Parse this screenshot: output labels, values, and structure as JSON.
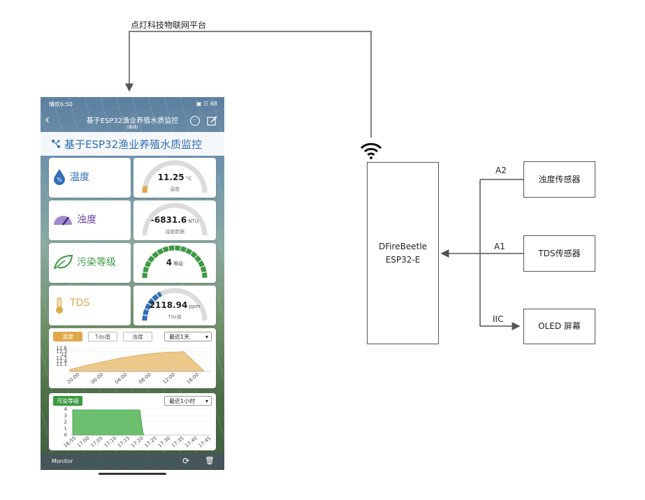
{
  "platform_label": "点灯科技物联网平台",
  "board": {
    "line1": "DFireBeetle",
    "line2": "ESP32-E"
  },
  "sensors": [
    {
      "name": "浊度传感器",
      "pin": "A2"
    },
    {
      "name": "TDS传感器",
      "pin": "A1"
    },
    {
      "name": "OLED 屏幕",
      "pin": "IIC"
    }
  ],
  "phone": {
    "status_left": "情欢6:50",
    "status_right": "▣ ☷ 68",
    "nav_title": "基于ESP32渔业养殖水质监控",
    "nav_subtitle": "(离线)",
    "app_title": "基于ESP32渔业养殖水质监控",
    "cards": [
      {
        "label": "温度",
        "value": "11.25",
        "unit": "°C",
        "sub": "温度",
        "fraction": 0.07,
        "color": "#e0a84a",
        "label_color": "#2f6fb5"
      },
      {
        "label": "浊度",
        "value": "-6831.6",
        "unit": "NTU",
        "sub": "浊度数据",
        "fraction": 0.0,
        "color": "#7a58b0",
        "label_color": "#6a3fa0"
      },
      {
        "label": "污染等级",
        "value": "4",
        "unit": "等级",
        "sub": "",
        "fraction": 1.0,
        "color": "#3a9a3f",
        "label_color": "#3a9a3f"
      },
      {
        "label": "TDS",
        "value": "2118.94",
        "unit": "ppm",
        "sub": "Tds值",
        "fraction": 0.35,
        "color": "#2f6fb5",
        "label_color": "#e0a84a"
      }
    ],
    "chart1": {
      "tabs": [
        "温度",
        "Tds值",
        "浊度"
      ],
      "range": "最近1天",
      "y_ticks": [
        "12.6",
        "12.3",
        "12",
        "11.7",
        "11.4",
        "11.1"
      ],
      "x_ticks": [
        "20:00",
        "00:00",
        "04:00",
        "08:00",
        "12:00",
        "16:00"
      ]
    },
    "chart2": {
      "badge": "污染等级",
      "range": "最近1小时",
      "y_ticks": [
        "4",
        "3",
        "2",
        "1",
        "0"
      ],
      "x_ticks": [
        "16:55",
        "17:00",
        "17:05",
        "17:10",
        "17:15",
        "17:20",
        "17:25",
        "17:30",
        "17:35",
        "17:40",
        "17:45"
      ]
    },
    "bottom_label": "Monitor"
  }
}
